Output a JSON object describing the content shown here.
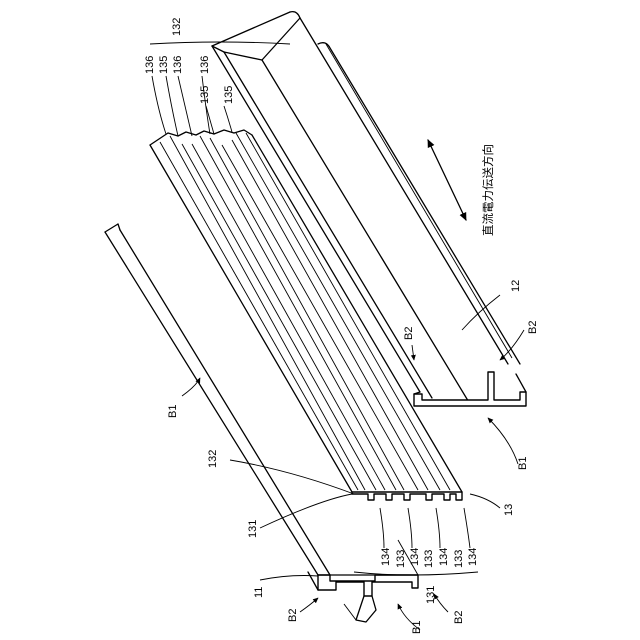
{
  "figure": {
    "direction_label": "直流電力伝送方向",
    "labels": {
      "l132_top": "132",
      "l136_a": "136",
      "l135_a": "135",
      "l136_b": "136",
      "l136_c": "136",
      "l135_b": "135",
      "l135_c": "135",
      "l12": "12",
      "l13": "13",
      "l11": "11",
      "l132_mid": "132",
      "l131_left": "131",
      "l131_bottom": "131",
      "l133_a": "133",
      "l133_b": "133",
      "l133_c": "133",
      "l134_a": "134",
      "l134_b": "134",
      "l134_c": "134",
      "l134_d": "134",
      "b1_left": "B1",
      "b1_bottom": "B1",
      "b1_right": "B1",
      "b2_left": "B2",
      "b2_bottom": "B2",
      "b2_top": "B2",
      "b2_right": "B2"
    }
  }
}
